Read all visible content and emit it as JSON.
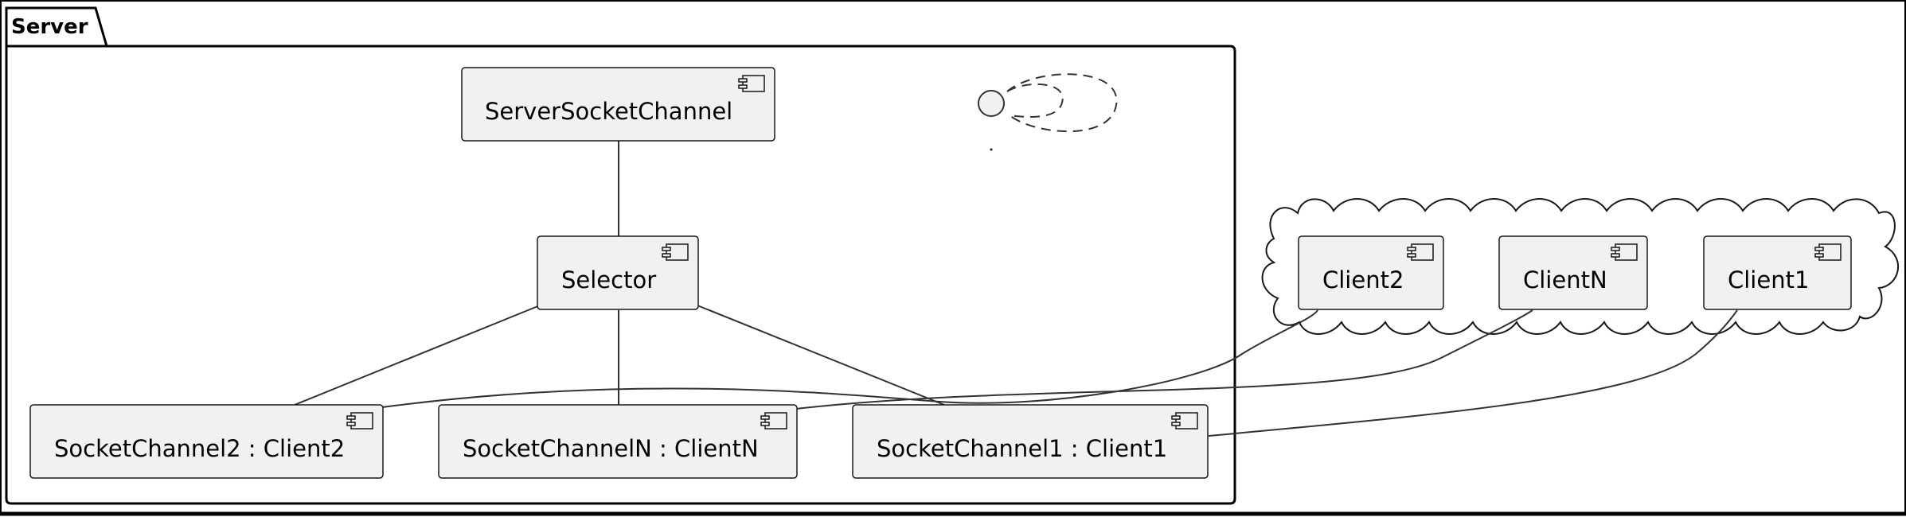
{
  "package": {
    "label": "Server"
  },
  "components": {
    "server_socket_channel": "ServerSocketChannel",
    "selector": "Selector",
    "socket_channel_2": "SocketChannel2 : Client2",
    "socket_channel_n": "SocketChannelN : ClientN",
    "socket_channel_1": "SocketChannel1 : Client1"
  },
  "clients": {
    "client_2": "Client2",
    "client_n": "ClientN",
    "client_1": "Client1"
  },
  "colors": {
    "component_fill": "#f1f1f1",
    "stroke": "#181818",
    "line": "#333333"
  }
}
